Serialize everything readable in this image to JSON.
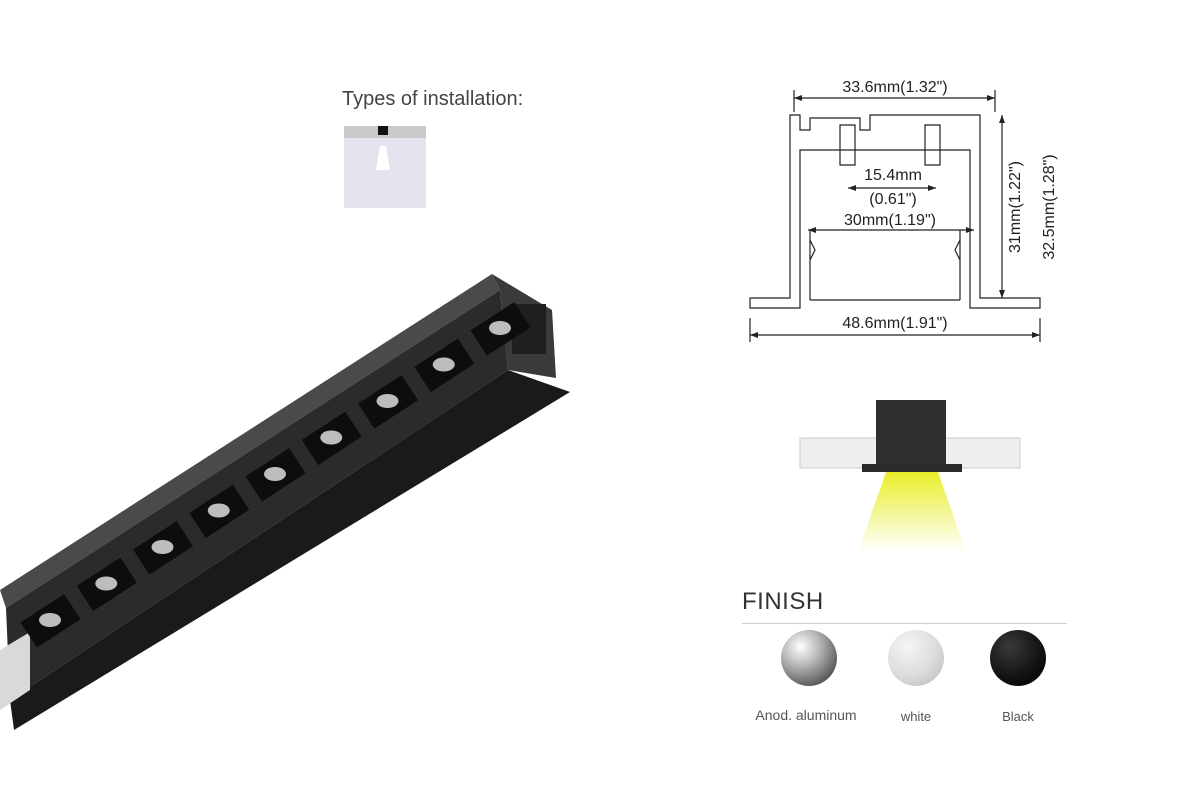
{
  "installation": {
    "title": "Types of installation:",
    "icon": "recessed-installation-icon"
  },
  "profile": {
    "dim_top": "33.6mm(1.32\")",
    "dim_inner_1": "15.4mm",
    "dim_inner_2": "(0.61\")",
    "dim_inner_width": "30mm(1.19\")",
    "dim_height_inner": "31mm(1.22\")",
    "dim_height_outer": "32.5mm(1.28\")",
    "dim_bottom": "48.6mm(1.91\")"
  },
  "finish": {
    "title": "FINISH",
    "options": [
      {
        "label": "Anod. aluminum",
        "color": "#9a9a9a"
      },
      {
        "label": "white",
        "color": "#d6d6d6"
      },
      {
        "label": "Black",
        "color": "#141414"
      }
    ]
  },
  "colors": {
    "beam": "#e8ee2a",
    "housing": "#2f2f2f",
    "ceiling": "#efefef"
  }
}
